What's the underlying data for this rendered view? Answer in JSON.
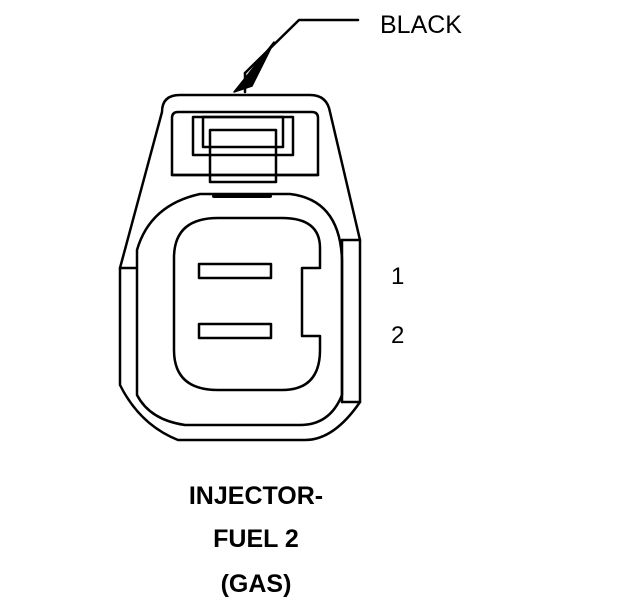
{
  "diagram": {
    "color_label": "BLACK",
    "pins": [
      "1",
      "2"
    ],
    "title_lines": [
      "INJECTOR-",
      "FUEL 2",
      "(GAS)"
    ]
  },
  "colors": {
    "ink": "#000000",
    "background": "#ffffff"
  },
  "icons": {
    "leader_arrow": "arrowhead-icon"
  }
}
